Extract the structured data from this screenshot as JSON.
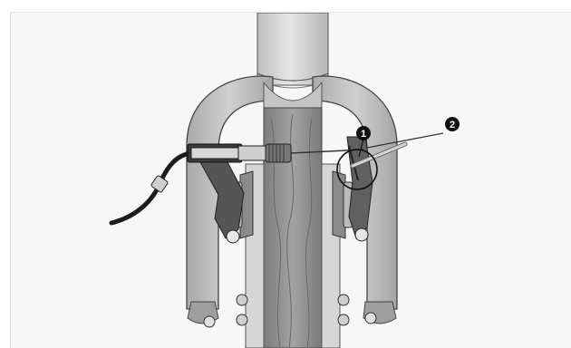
{
  "figure": {
    "callouts": [
      {
        "id": "callout-1",
        "number": "1"
      },
      {
        "id": "callout-2",
        "number": "2"
      }
    ],
    "colors": {
      "background": "#f7f7f7",
      "fork": "#b9b9b9",
      "tire": "#8c8c8c",
      "rim": "#d4d4d4",
      "cable": "#1c1c1c",
      "outline": "#2a2a2a",
      "callout": "#111111"
    }
  }
}
